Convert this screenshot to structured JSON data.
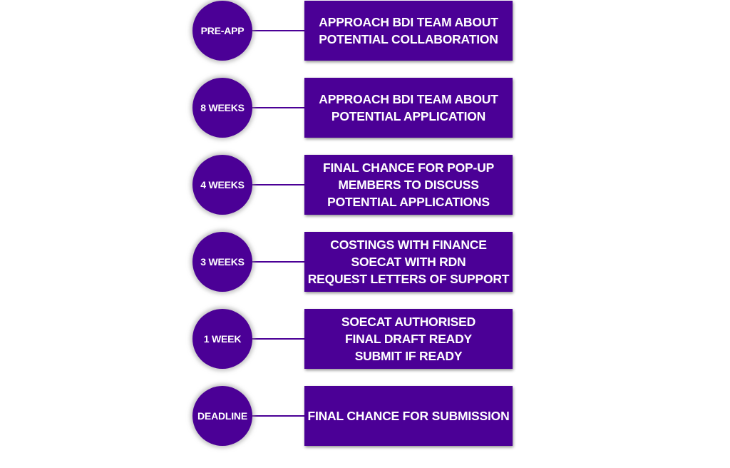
{
  "colors": {
    "accent": "#4b0096",
    "text": "#ffffff",
    "background": "#ffffff"
  },
  "timeline": [
    {
      "stage": "PRE-APP",
      "lines": [
        "APPROACH BDI TEAM ABOUT",
        "POTENTIAL COLLABORATION"
      ]
    },
    {
      "stage": "8 WEEKS",
      "lines": [
        "APPROACH BDI TEAM ABOUT",
        "POTENTIAL APPLICATION"
      ]
    },
    {
      "stage": "4 WEEKS",
      "lines": [
        "FINAL CHANCE FOR POP-UP",
        "MEMBERS TO DISCUSS",
        "POTENTIAL APPLICATIONS"
      ]
    },
    {
      "stage": "3 WEEKS",
      "lines": [
        "COSTINGS WITH FINANCE",
        "SOECAT WITH RDN",
        "REQUEST LETTERS OF SUPPORT"
      ]
    },
    {
      "stage": "1 WEEK",
      "lines": [
        "SOECAT AUTHORISED",
        "FINAL DRAFT READY",
        "SUBMIT IF READY"
      ]
    },
    {
      "stage": "DEADLINE",
      "lines": [
        "FINAL CHANCE FOR SUBMISSION"
      ]
    }
  ]
}
